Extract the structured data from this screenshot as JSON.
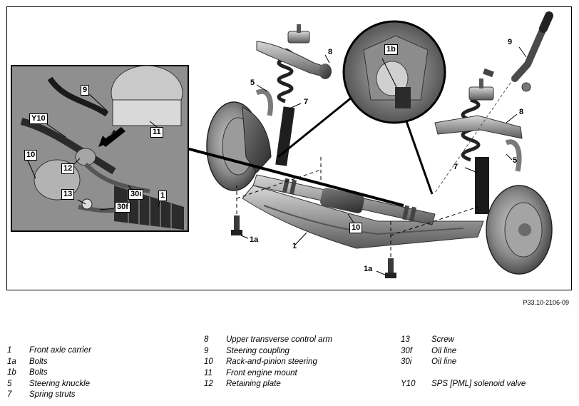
{
  "figure": {
    "reference": "P33.10-2106-09",
    "callouts": {
      "c9_top": "9",
      "c8_top": "8",
      "c1b": "1b",
      "c5_left": "5",
      "c7_left": "7",
      "c8_right": "8",
      "c5_right": "5",
      "c7_right": "7",
      "c10": "10",
      "c1": "1",
      "c1a_left": "1a",
      "c1a_bottom": "1a",
      "inset_9": "9",
      "inset_y10": "Y10",
      "inset_11": "11",
      "inset_10": "10",
      "inset_12": "12",
      "inset_13": "13",
      "inset_30i": "30i",
      "inset_1": "1",
      "inset_30f": "30f"
    }
  },
  "legend": {
    "col1": [
      {
        "num": "1",
        "desc": "Front axle carrier"
      },
      {
        "num": "1a",
        "desc": "Bolts"
      },
      {
        "num": "1b",
        "desc": "Bolts"
      },
      {
        "num": "5",
        "desc": "Steering knuckle"
      },
      {
        "num": "7",
        "desc": "Spring struts"
      }
    ],
    "col2": [
      {
        "num": "8",
        "desc": "Upper transverse control arm"
      },
      {
        "num": "9",
        "desc": "Steering coupling"
      },
      {
        "num": "10",
        "desc": "Rack-and-pinion steering"
      },
      {
        "num": "11",
        "desc": "Front engine mount"
      },
      {
        "num": "12",
        "desc": "Retaining plate"
      }
    ],
    "col3": [
      {
        "num": "13",
        "desc": "Screw"
      },
      {
        "num": "30f",
        "desc": "Oil line"
      },
      {
        "num": "30i",
        "desc": "Oil line"
      },
      {
        "num": "",
        "desc": ""
      },
      {
        "num": "Y10",
        "desc": "SPS [PML] solenoid valve"
      }
    ]
  }
}
